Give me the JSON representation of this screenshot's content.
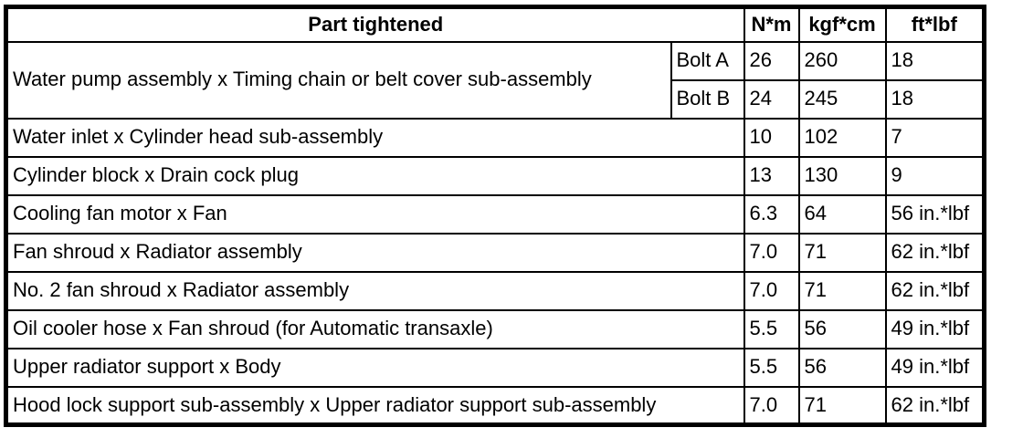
{
  "table": {
    "header": {
      "part": "Part tightened",
      "nm": "N*m",
      "kgfcm": "kgf*cm",
      "ftlbf": "ft*lbf"
    },
    "water_pump": {
      "part": "Water pump assembly x Timing chain or belt cover sub-assembly",
      "bolts": [
        {
          "label": "Bolt A",
          "nm": "26",
          "kgfcm": "260",
          "ftlbf": "18"
        },
        {
          "label": "Bolt B",
          "nm": "24",
          "kgfcm": "245",
          "ftlbf": "18"
        }
      ]
    },
    "rows": [
      {
        "part": "Water inlet x Cylinder head sub-assembly",
        "nm": "10",
        "kgfcm": "102",
        "ftlbf": "7"
      },
      {
        "part": "Cylinder block x Drain cock plug",
        "nm": "13",
        "kgfcm": "130",
        "ftlbf": "9"
      },
      {
        "part": "Cooling fan motor x Fan",
        "nm": "6.3",
        "kgfcm": "64",
        "ftlbf": "56 in.*lbf"
      },
      {
        "part": "Fan shroud x Radiator assembly",
        "nm": "7.0",
        "kgfcm": "71",
        "ftlbf": "62 in.*lbf"
      },
      {
        "part": "No. 2 fan shroud x Radiator assembly",
        "nm": "7.0",
        "kgfcm": "71",
        "ftlbf": "62 in.*lbf"
      },
      {
        "part": "Oil cooler hose x Fan shroud (for Automatic transaxle)",
        "nm": "5.5",
        "kgfcm": "56",
        "ftlbf": "49 in.*lbf"
      },
      {
        "part": "Upper radiator support x Body",
        "nm": "5.5",
        "kgfcm": "56",
        "ftlbf": "49 in.*lbf"
      },
      {
        "part": "Hood lock support sub-assembly x Upper radiator support sub-assembly",
        "nm": "7.0",
        "kgfcm": "71",
        "ftlbf": "62 in.*lbf"
      }
    ]
  }
}
